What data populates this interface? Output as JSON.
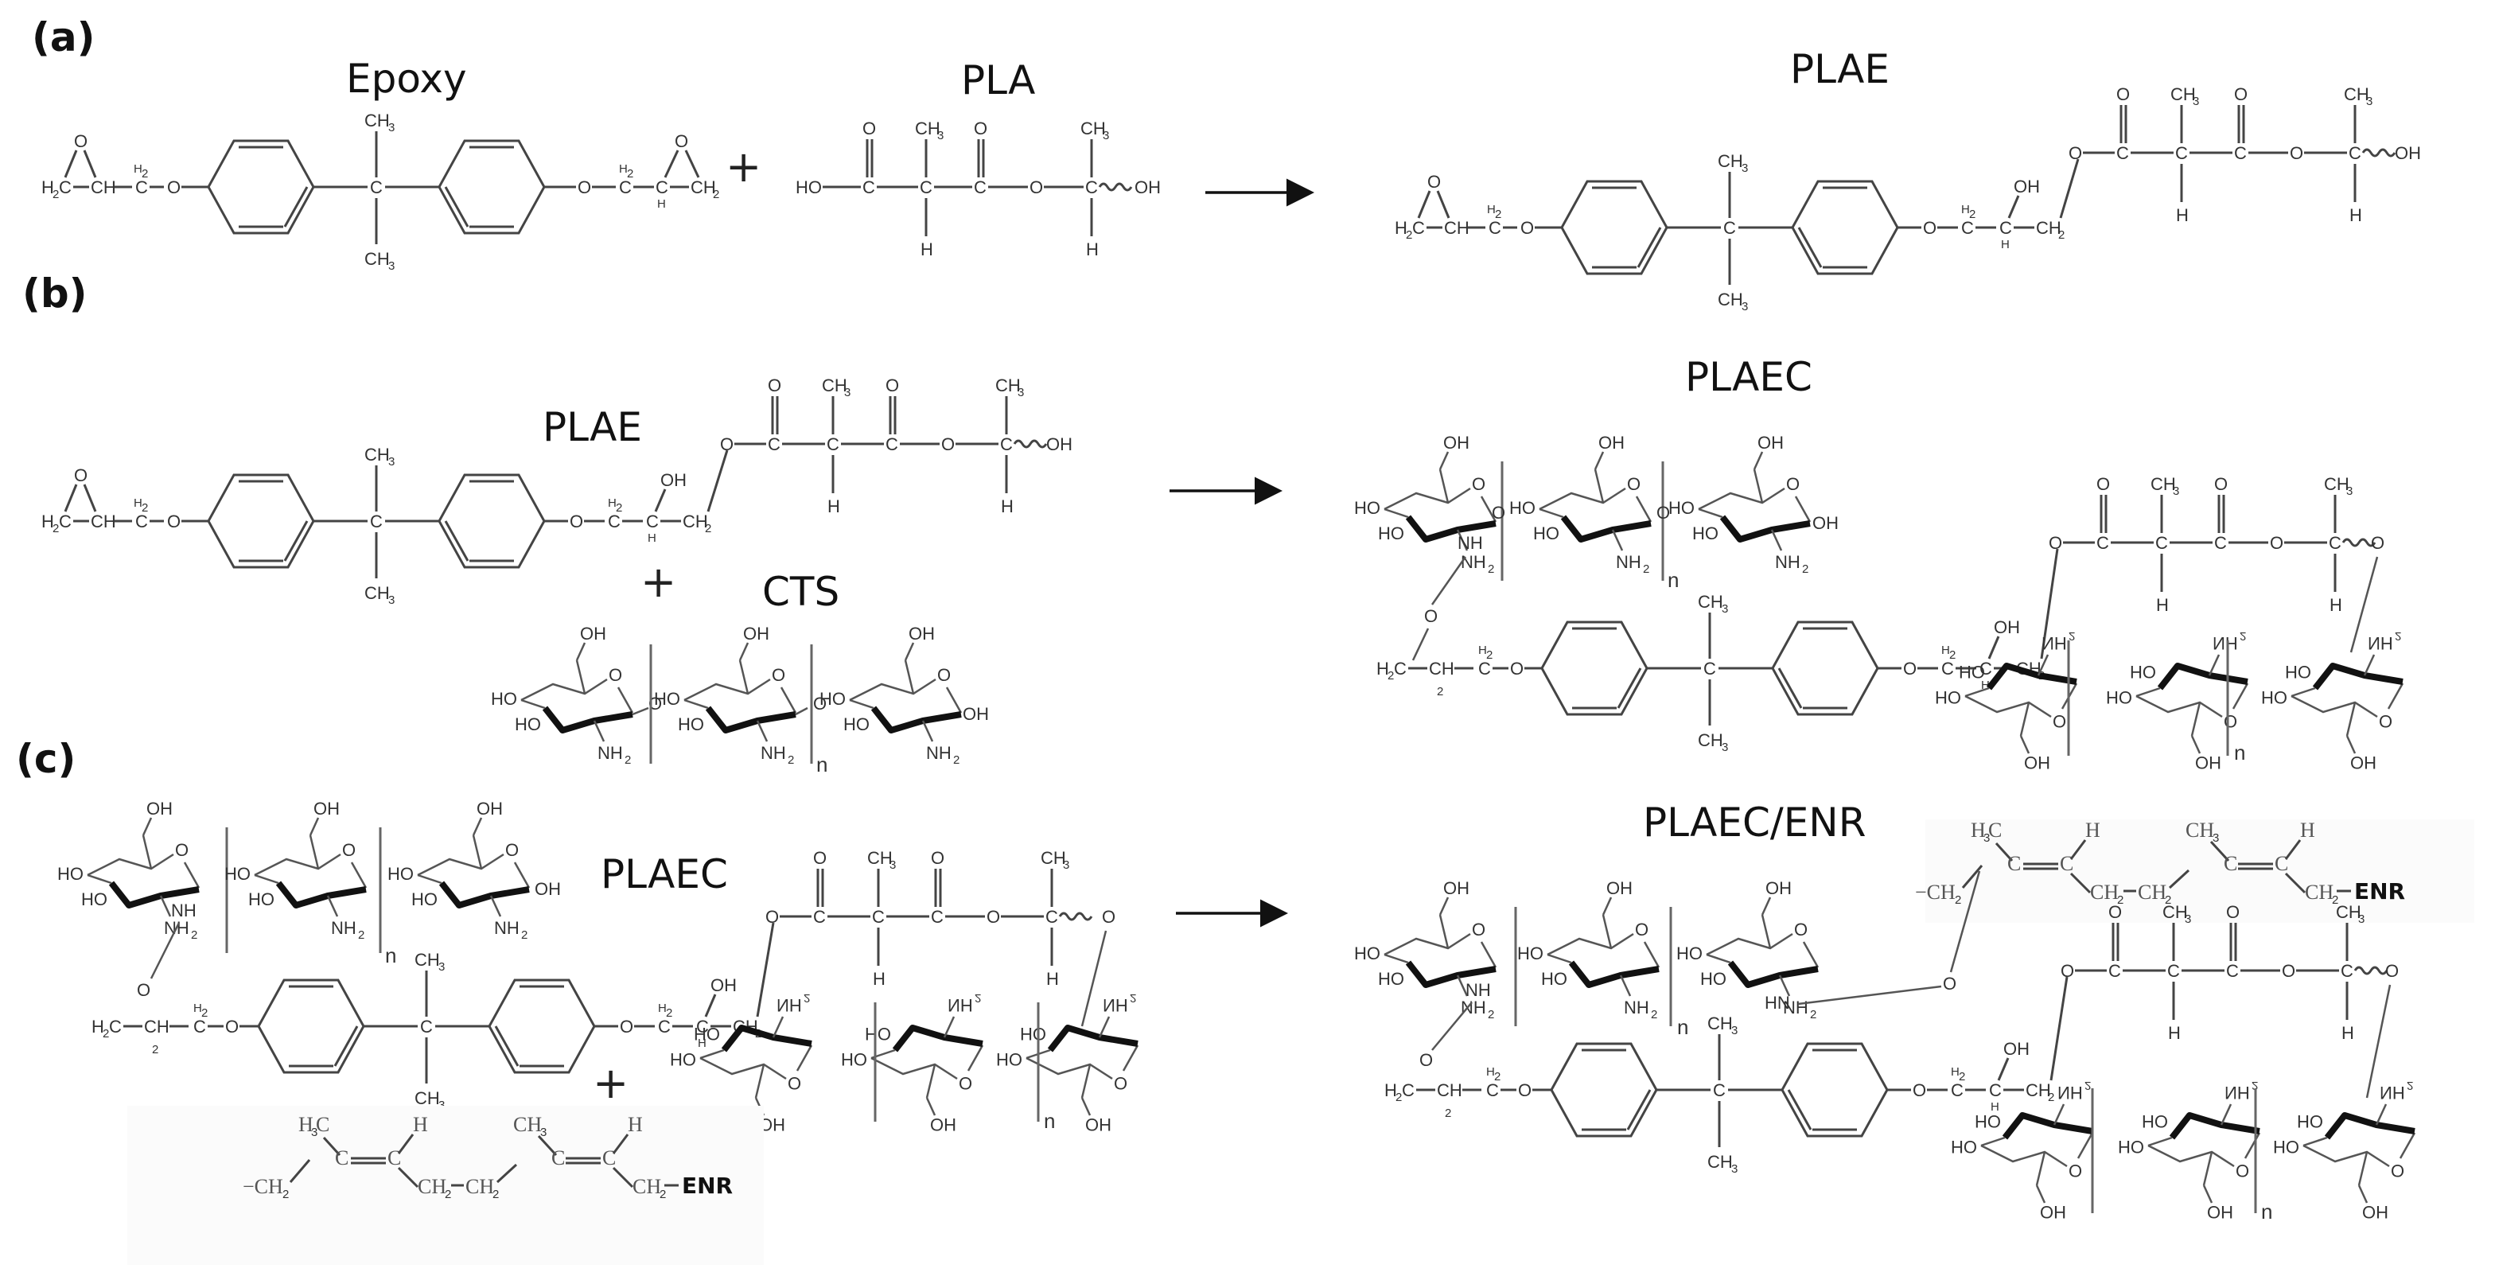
{
  "figure": {
    "panels": [
      {
        "label": "(a)",
        "reactants": [
          "Epoxy",
          "PLA"
        ],
        "product": "PLAE",
        "operator": "+"
      },
      {
        "label": "(b)",
        "reactants": [
          "PLAE",
          "CTS"
        ],
        "product": "PLAEC",
        "operator": "+"
      },
      {
        "label": "(c)",
        "reactants": [
          "PLAEC",
          "ENR"
        ],
        "product": "PLAEC/ENR",
        "operator": "+"
      }
    ],
    "atom_labels": {
      "O": "O",
      "OH": "OH",
      "HO": "HO",
      "H": "H",
      "C": "C",
      "CH3": "CH",
      "CH2": "CH",
      "H2C": "H",
      "NH2": "NH",
      "NH": "NH",
      "HN": "HN",
      "n": "n",
      "two": "2",
      "three": "3",
      "ENR": "ENR"
    }
  }
}
